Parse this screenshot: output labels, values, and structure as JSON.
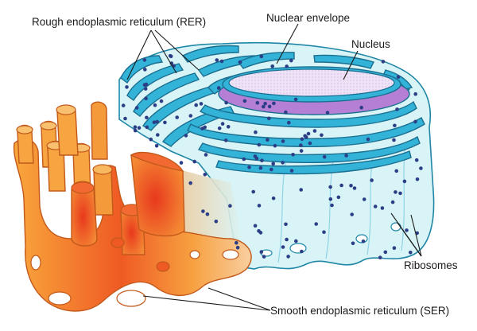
{
  "labels": {
    "rer": "Rough endoplasmic reticulum (RER)",
    "nuclear_envelope": "Nuclear envelope",
    "nucleus": "Nucleus",
    "ribosomes": "Ribosomes",
    "ser": "Smooth endoplasmic reticulum (SER)"
  },
  "colors": {
    "rer_fill": "#d9f4f6",
    "rer_rim": "#33b3d8",
    "ribosome": "#2b3e86",
    "nucleus_fill": "#e8d9f2",
    "nucleus_rim": "#b57fd6",
    "ser_light": "#f6a23a",
    "ser_dark": "#ec4a22"
  }
}
